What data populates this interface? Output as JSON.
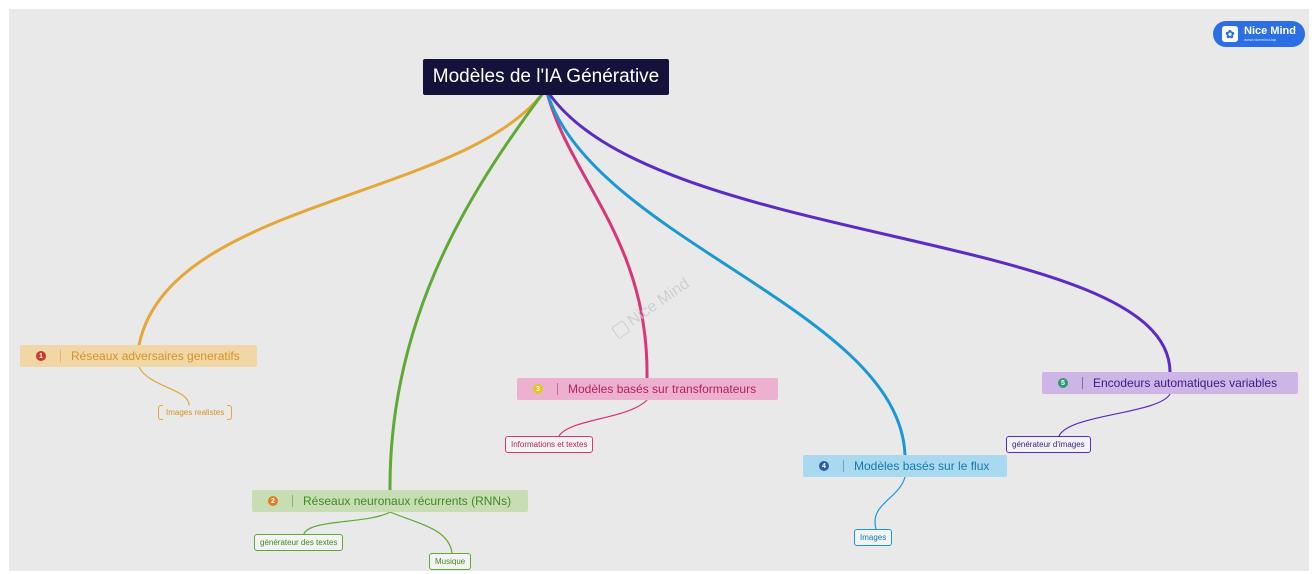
{
  "brand": {
    "name": "Nice Mind",
    "url": "www.nicemind.top"
  },
  "watermark": {
    "name": "Nice Mind",
    "url": "www.nicemind.top"
  },
  "root": {
    "label": "Modèles de l'IA Générative"
  },
  "colors": {
    "root_bg": "#14123a",
    "orange": "#e3a73a",
    "green": "#5fa936",
    "pink": "#d8357a",
    "blue": "#1a98d6",
    "purple": "#5b2cc4"
  },
  "branches": [
    {
      "num": "1",
      "label": "Réseaux adversaires generatifs",
      "color": "#e3a73a",
      "bg": "#f2d7a6",
      "text": "#d49228",
      "num_bg": "#c43a2b",
      "leaves": [
        {
          "label": "Images realistes"
        }
      ]
    },
    {
      "num": "2",
      "label": "Réseaux neuronaux récurrents (RNNs)",
      "color": "#5fa936",
      "bg": "#c9ddb4",
      "text": "#3f8a26",
      "num_bg": "#e07b27",
      "leaves": [
        {
          "label": "générateur des textes"
        },
        {
          "label": "Musique"
        }
      ]
    },
    {
      "num": "3",
      "label": "Modèles basés sur transformateurs",
      "color": "#d8357a",
      "bg": "#edb0cf",
      "text": "#b8215e",
      "num_bg": "#e6c522",
      "leaves": [
        {
          "label": "Informations et textes"
        }
      ]
    },
    {
      "num": "4",
      "label": "Modèles basés sur le flux",
      "color": "#1a98d6",
      "bg": "#a9d9ee",
      "text": "#1478b0",
      "num_bg": "#2f5ca8",
      "leaves": [
        {
          "label": "Images"
        }
      ]
    },
    {
      "num": "5",
      "label": "Encodeurs automatiques variables",
      "color": "#5b2cc4",
      "bg": "#cdb6e6",
      "text": "#3d1a86",
      "num_bg": "#2f9a7a",
      "leaves": [
        {
          "label": "générateur d'images"
        }
      ]
    }
  ]
}
